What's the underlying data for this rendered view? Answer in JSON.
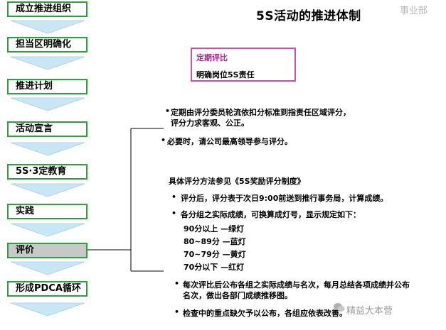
{
  "title": "5S活动的推进体制",
  "department": "事业部",
  "steps": [
    {
      "label": "成立推进组织"
    },
    {
      "label": "担当区明确化"
    },
    {
      "label": "推进计划"
    },
    {
      "label": "活动宣言"
    },
    {
      "label": "5S·3定教育"
    },
    {
      "label": "实践"
    },
    {
      "label": "评价"
    },
    {
      "label": "形成PDCA循环"
    }
  ],
  "pink_box": {
    "heading": "定期评比",
    "subtext": "明确岗位5S责任"
  },
  "upper_points": [
    {
      "line1": "定期由评分委员轮流依扣分标准到指责任区域评分，",
      "line2": "评分力求客观、公正。"
    },
    {
      "line1": "必要时，请公司最高领导参与评分。"
    }
  ],
  "method_heading": "具体评分方法参见《5S奖励评分制度》",
  "points": {
    "p1": "评分后，评分表于次日9:00前送到推行事务局，计算成绩。",
    "p2": "各分组之实际成绩，可换算成灯号，显示规定如下：",
    "grades": [
      "90分以上 —绿灯",
      "80~89分 —蓝灯",
      "70~79分 —黄灯",
      "70分以下 —红灯"
    ],
    "p3_line1": "每次评比后公布各组之实际成绩与名次，每月总结各项成绩并公布",
    "p3_line2": "名次，做出各部门成绩推移图。",
    "p4": "检查中的重点缺欠予以公布，各组应依表改善。"
  },
  "watermark": "精益大本营",
  "colors": {
    "step_border": "#2f9e3e",
    "arrow_fill": "#c9e6f5",
    "pink_border": "#d64aa8",
    "pink_text": "#c0179a",
    "active_step": "#c8c8c8"
  }
}
